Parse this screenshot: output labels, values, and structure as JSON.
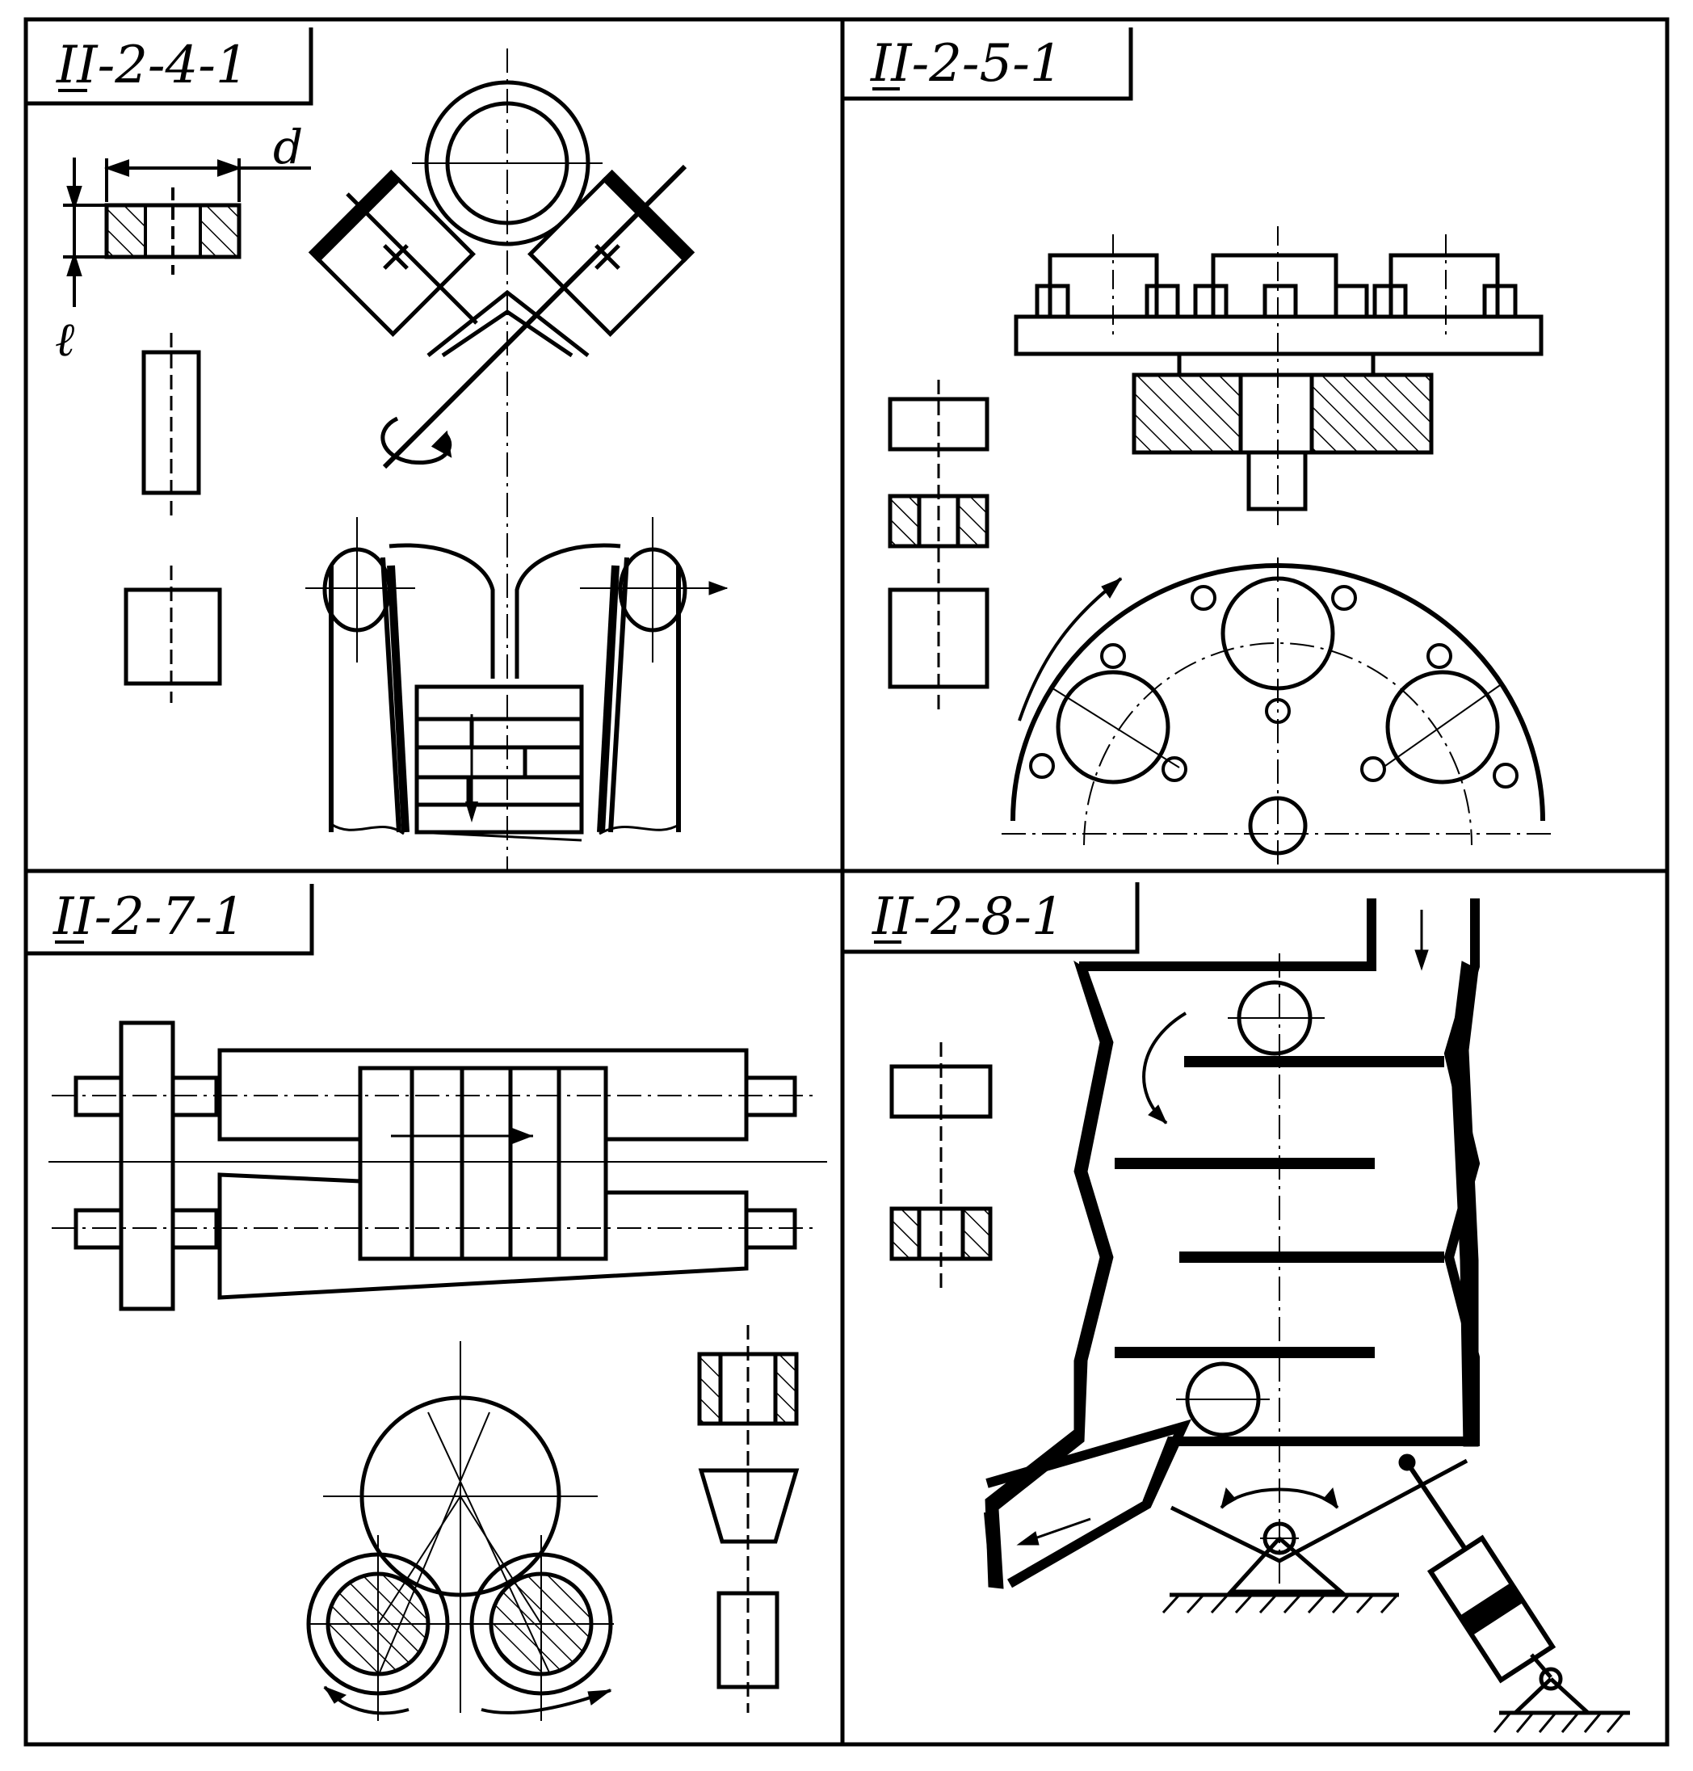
{
  "panels": [
    {
      "label": "II-2-4-1",
      "dim_d": "d",
      "dim_l": "ℓ"
    },
    {
      "label": "II-2-5-1"
    },
    {
      "label": "II-2-7-1"
    },
    {
      "label": "II-2-8-1"
    }
  ],
  "colors": {
    "ink": "#000000",
    "paper": "#ffffff"
  }
}
